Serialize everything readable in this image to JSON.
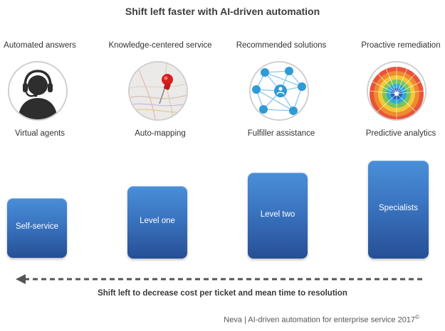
{
  "title": "Shift left faster with AI-driven automation",
  "columns": [
    {
      "top_label": "Automated answers",
      "icon": "headset-agent-icon",
      "bottom_label": "Virtual agents",
      "tier_label": "Self-service"
    },
    {
      "top_label": "Knowledge-centered service",
      "icon": "map-pin-icon",
      "bottom_label": "Auto-mapping",
      "tier_label": "Level one"
    },
    {
      "top_label": "Recommended solutions",
      "icon": "network-nodes-icon",
      "bottom_label": "Fulfiller assistance",
      "tier_label": "Level two"
    },
    {
      "top_label": "Proactive remediation",
      "icon": "radial-analytics-icon",
      "bottom_label": "Predictive analytics",
      "tier_label": "Specialists"
    }
  ],
  "caption": "Shift left to decrease cost per ticket and mean time to resolution",
  "credit": "Neva | AI-driven automation for enterprise service 2017",
  "credit_mark": "©",
  "colors": {
    "tier_top": "#4a8fd8",
    "tier_bottom": "#264f95",
    "arrow": "#555555",
    "text": "#3a3a3a"
  }
}
